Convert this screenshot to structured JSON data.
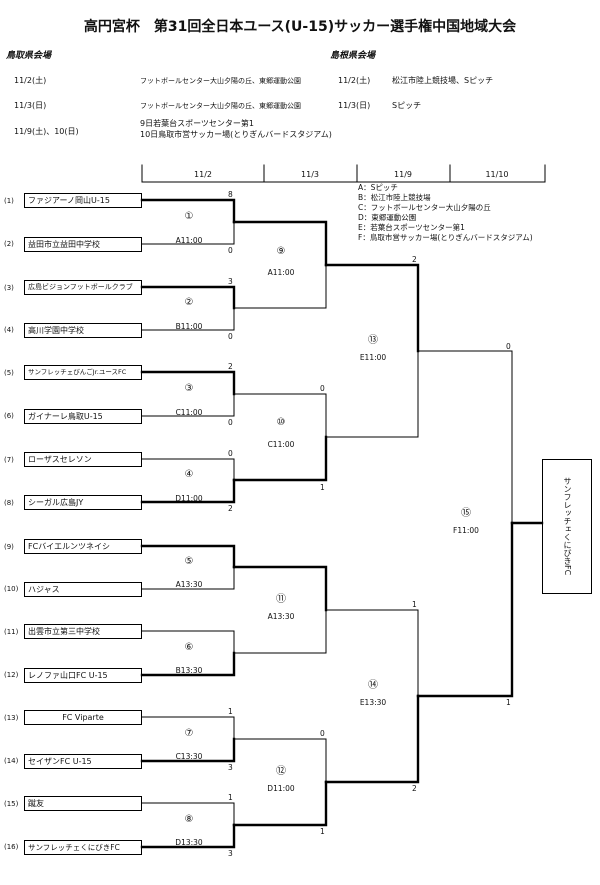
{
  "title": "高円宮杯　第31回全日本ユース(U-15)サッカー選手権中国地域大会",
  "venues": {
    "tottori_header": "鳥取県会場",
    "shimane_header": "島根県会場",
    "tottori": [
      {
        "date": "11/2(土)",
        "place": "フットボールセンター大山夕陽の丘、東郷運動公園"
      },
      {
        "date": "11/3(日)",
        "place": "フットボールセンター大山夕陽の丘、東郷運動公園"
      },
      {
        "date": "11/9(土)、10(日)",
        "place": "9日若葉台スポーツセンター第1",
        "place2": "10日鳥取市営サッカー場(とりぎんバードスタジアム)"
      }
    ],
    "shimane": [
      {
        "date": "11/2(土)",
        "place": "松江市陸上競技場、Sピッチ"
      },
      {
        "date": "11/3(日)",
        "place": "Sピッチ"
      }
    ]
  },
  "day_labels": [
    "11/2",
    "11/3",
    "11/9",
    "11/10"
  ],
  "legend": [
    "A：Sピッチ",
    "B：松江市陸上競技場",
    "C：フットボールセンター大山夕陽の丘",
    "D：東郷運動公園",
    "E：若葉台スポーツセンター第1",
    "F：鳥取市営サッカー場(とりぎんバードスタジアム)"
  ],
  "teams": [
    {
      "no": "(1)",
      "name": "ファジアーノ岡山U-15"
    },
    {
      "no": "(2)",
      "name": "益田市立益田中学校"
    },
    {
      "no": "(3)",
      "name": "広島ビジョンフットボールクラブ"
    },
    {
      "no": "(4)",
      "name": "高川学園中学校"
    },
    {
      "no": "(5)",
      "name": "サンフレッチェびんごJr.ユースFC"
    },
    {
      "no": "(6)",
      "name": "ガイナーレ鳥取U-15"
    },
    {
      "no": "(7)",
      "name": "ローザスセレソン"
    },
    {
      "no": "(8)",
      "name": "シーガル広島JY"
    },
    {
      "no": "(9)",
      "name": "FCバイエルンツネイシ"
    },
    {
      "no": "(10)",
      "name": "ハジャス"
    },
    {
      "no": "(11)",
      "name": "出雲市立第三中学校"
    },
    {
      "no": "(12)",
      "name": "レノファ山口FC U-15"
    },
    {
      "no": "(13)",
      "name": "FC Viparte"
    },
    {
      "no": "(14)",
      "name": "セイザンFC U-15"
    },
    {
      "no": "(15)",
      "name": "蹴友"
    },
    {
      "no": "(16)",
      "name": "サンフレッチェくにびきFC"
    }
  ],
  "matches": [
    {
      "no": "①",
      "info": "A11:00",
      "top": "8",
      "bot": "0"
    },
    {
      "no": "②",
      "info": "B11:00",
      "top": "3",
      "bot": "0"
    },
    {
      "no": "③",
      "info": "C11:00",
      "top": "2",
      "bot": "0"
    },
    {
      "no": "④",
      "info": "D11:00",
      "top": "0",
      "bot": "2"
    },
    {
      "no": "⑤",
      "info": "A13:30",
      "top": "",
      "bot": ""
    },
    {
      "no": "⑥",
      "info": "B13:30",
      "top": "",
      "bot": ""
    },
    {
      "no": "⑦",
      "info": "C13:30",
      "top": "1",
      "bot": "3"
    },
    {
      "no": "⑧",
      "info": "D13:30",
      "top": "1",
      "bot": "3"
    },
    {
      "no": "⑨",
      "info": "A11:00",
      "top": "",
      "bot": ""
    },
    {
      "no": "⑩",
      "info": "C11:00",
      "top": "0",
      "bot": "1"
    },
    {
      "no": "⑪",
      "info": "A13:30",
      "top": "",
      "bot": ""
    },
    {
      "no": "⑫",
      "info": "D11:00",
      "top": "0",
      "bot": "1"
    },
    {
      "no": "⑬",
      "info": "E11:00",
      "top": "2",
      "bot": ""
    },
    {
      "no": "⑭",
      "info": "E13:30",
      "top": "1",
      "bot": "2"
    },
    {
      "no": "⑮",
      "info": "F11:00",
      "top": "0",
      "bot": "1"
    }
  ],
  "winner": "サンフレッチェくにびきFC"
}
